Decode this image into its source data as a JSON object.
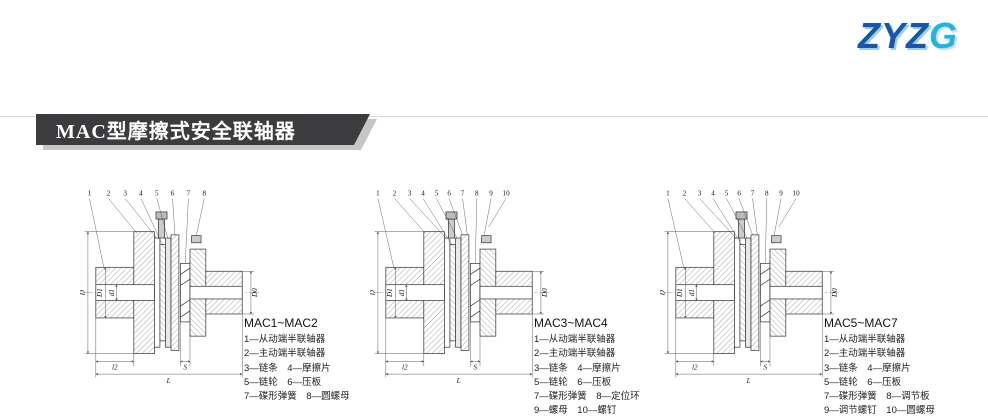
{
  "logo": {
    "letters": [
      "Z",
      "Y",
      "Z",
      "G"
    ],
    "color_primary": "#1b55a5",
    "color_accent": "#29b2e0"
  },
  "banner": {
    "title": "MAC型摩擦式安全联轴器",
    "bg": "#3c3c3e",
    "text_color": "#ffffff"
  },
  "figures": [
    {
      "model": "MAC1~MAC2",
      "callouts": [
        "1",
        "2",
        "3",
        "4",
        "5",
        "6",
        "7",
        "8"
      ],
      "dims": [
        "D",
        "D1",
        "d1",
        "D0",
        "l2",
        "S",
        "L"
      ],
      "parts": [
        "1—从动端半联轴器",
        "2—主动端半联轴器",
        "3—链条　4—摩擦片",
        "5—链轮　6—压板",
        "7—碟形弹簧　8—圆螺母"
      ]
    },
    {
      "model": "MAC3~MAC4",
      "callouts": [
        "1",
        "2",
        "3",
        "4",
        "5",
        "6",
        "7",
        "8",
        "9",
        "10"
      ],
      "dims": [
        "D",
        "D1",
        "d1",
        "D0",
        "l2",
        "S",
        "L"
      ],
      "parts": [
        "1—从动端半联轴器",
        "2—主动端半联轴器",
        "3—链条　4—摩擦片",
        "5—链轮　6—压板",
        "7—碟形弹簧　8—定位环",
        "9—螺母　10—螺钉"
      ]
    },
    {
      "model": "MAC5~MAC7",
      "callouts": [
        "1",
        "2",
        "3",
        "4",
        "5",
        "6",
        "7",
        "8",
        "9",
        "10"
      ],
      "dims": [
        "D",
        "D1",
        "d1",
        "D0",
        "l2",
        "S",
        "L"
      ],
      "parts": [
        "1—从动端半联轴器",
        "2—主动端半联轴器",
        "3—链条　4—摩擦片",
        "5—链轮　6—压板",
        "7—碟形弹簧　8—调节板",
        "9—调节螺钉　10—圆螺母"
      ]
    }
  ]
}
